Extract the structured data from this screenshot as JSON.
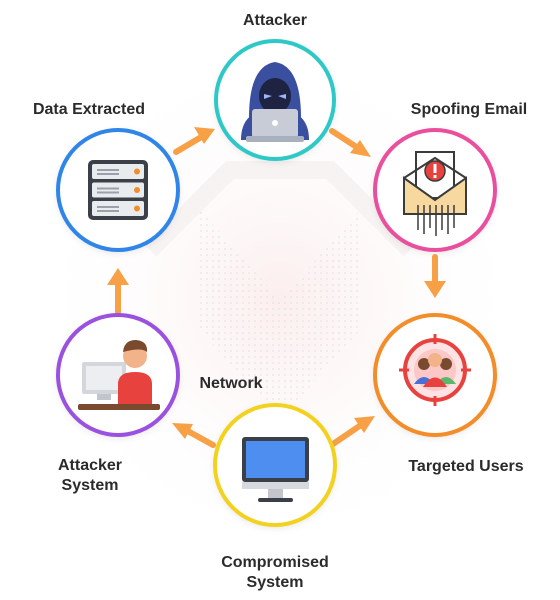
{
  "nodes": {
    "attacker": {
      "label": "Attacker",
      "ring_color": "#2ec9c6"
    },
    "spoofing_email": {
      "label": "Spoofing Email",
      "ring_color": "#ea4f9d"
    },
    "targeted_users": {
      "label": "Targeted Users",
      "ring_color": "#f28d2a"
    },
    "compromised_system": {
      "label_line1": "Compromised",
      "label_line2": "System",
      "ring_color": "#f3d21f"
    },
    "attacker_system": {
      "label_line1": "Attacker",
      "label_line2": "System",
      "ring_color": "#9b51e0"
    },
    "data_extracted": {
      "label": "Data Extracted",
      "ring_color": "#2f86e8"
    }
  },
  "center_label": "Network",
  "colors": {
    "arrow": "#f8a046",
    "text": "#2b2b2b"
  },
  "icons": {
    "attacker": "hooded-hacker-icon",
    "spoofing_email": "alert-envelope-icon",
    "targeted_users": "target-users-icon",
    "compromised_system": "monitor-icon",
    "attacker_system": "person-at-computer-icon",
    "data_extracted": "database-server-icon"
  }
}
